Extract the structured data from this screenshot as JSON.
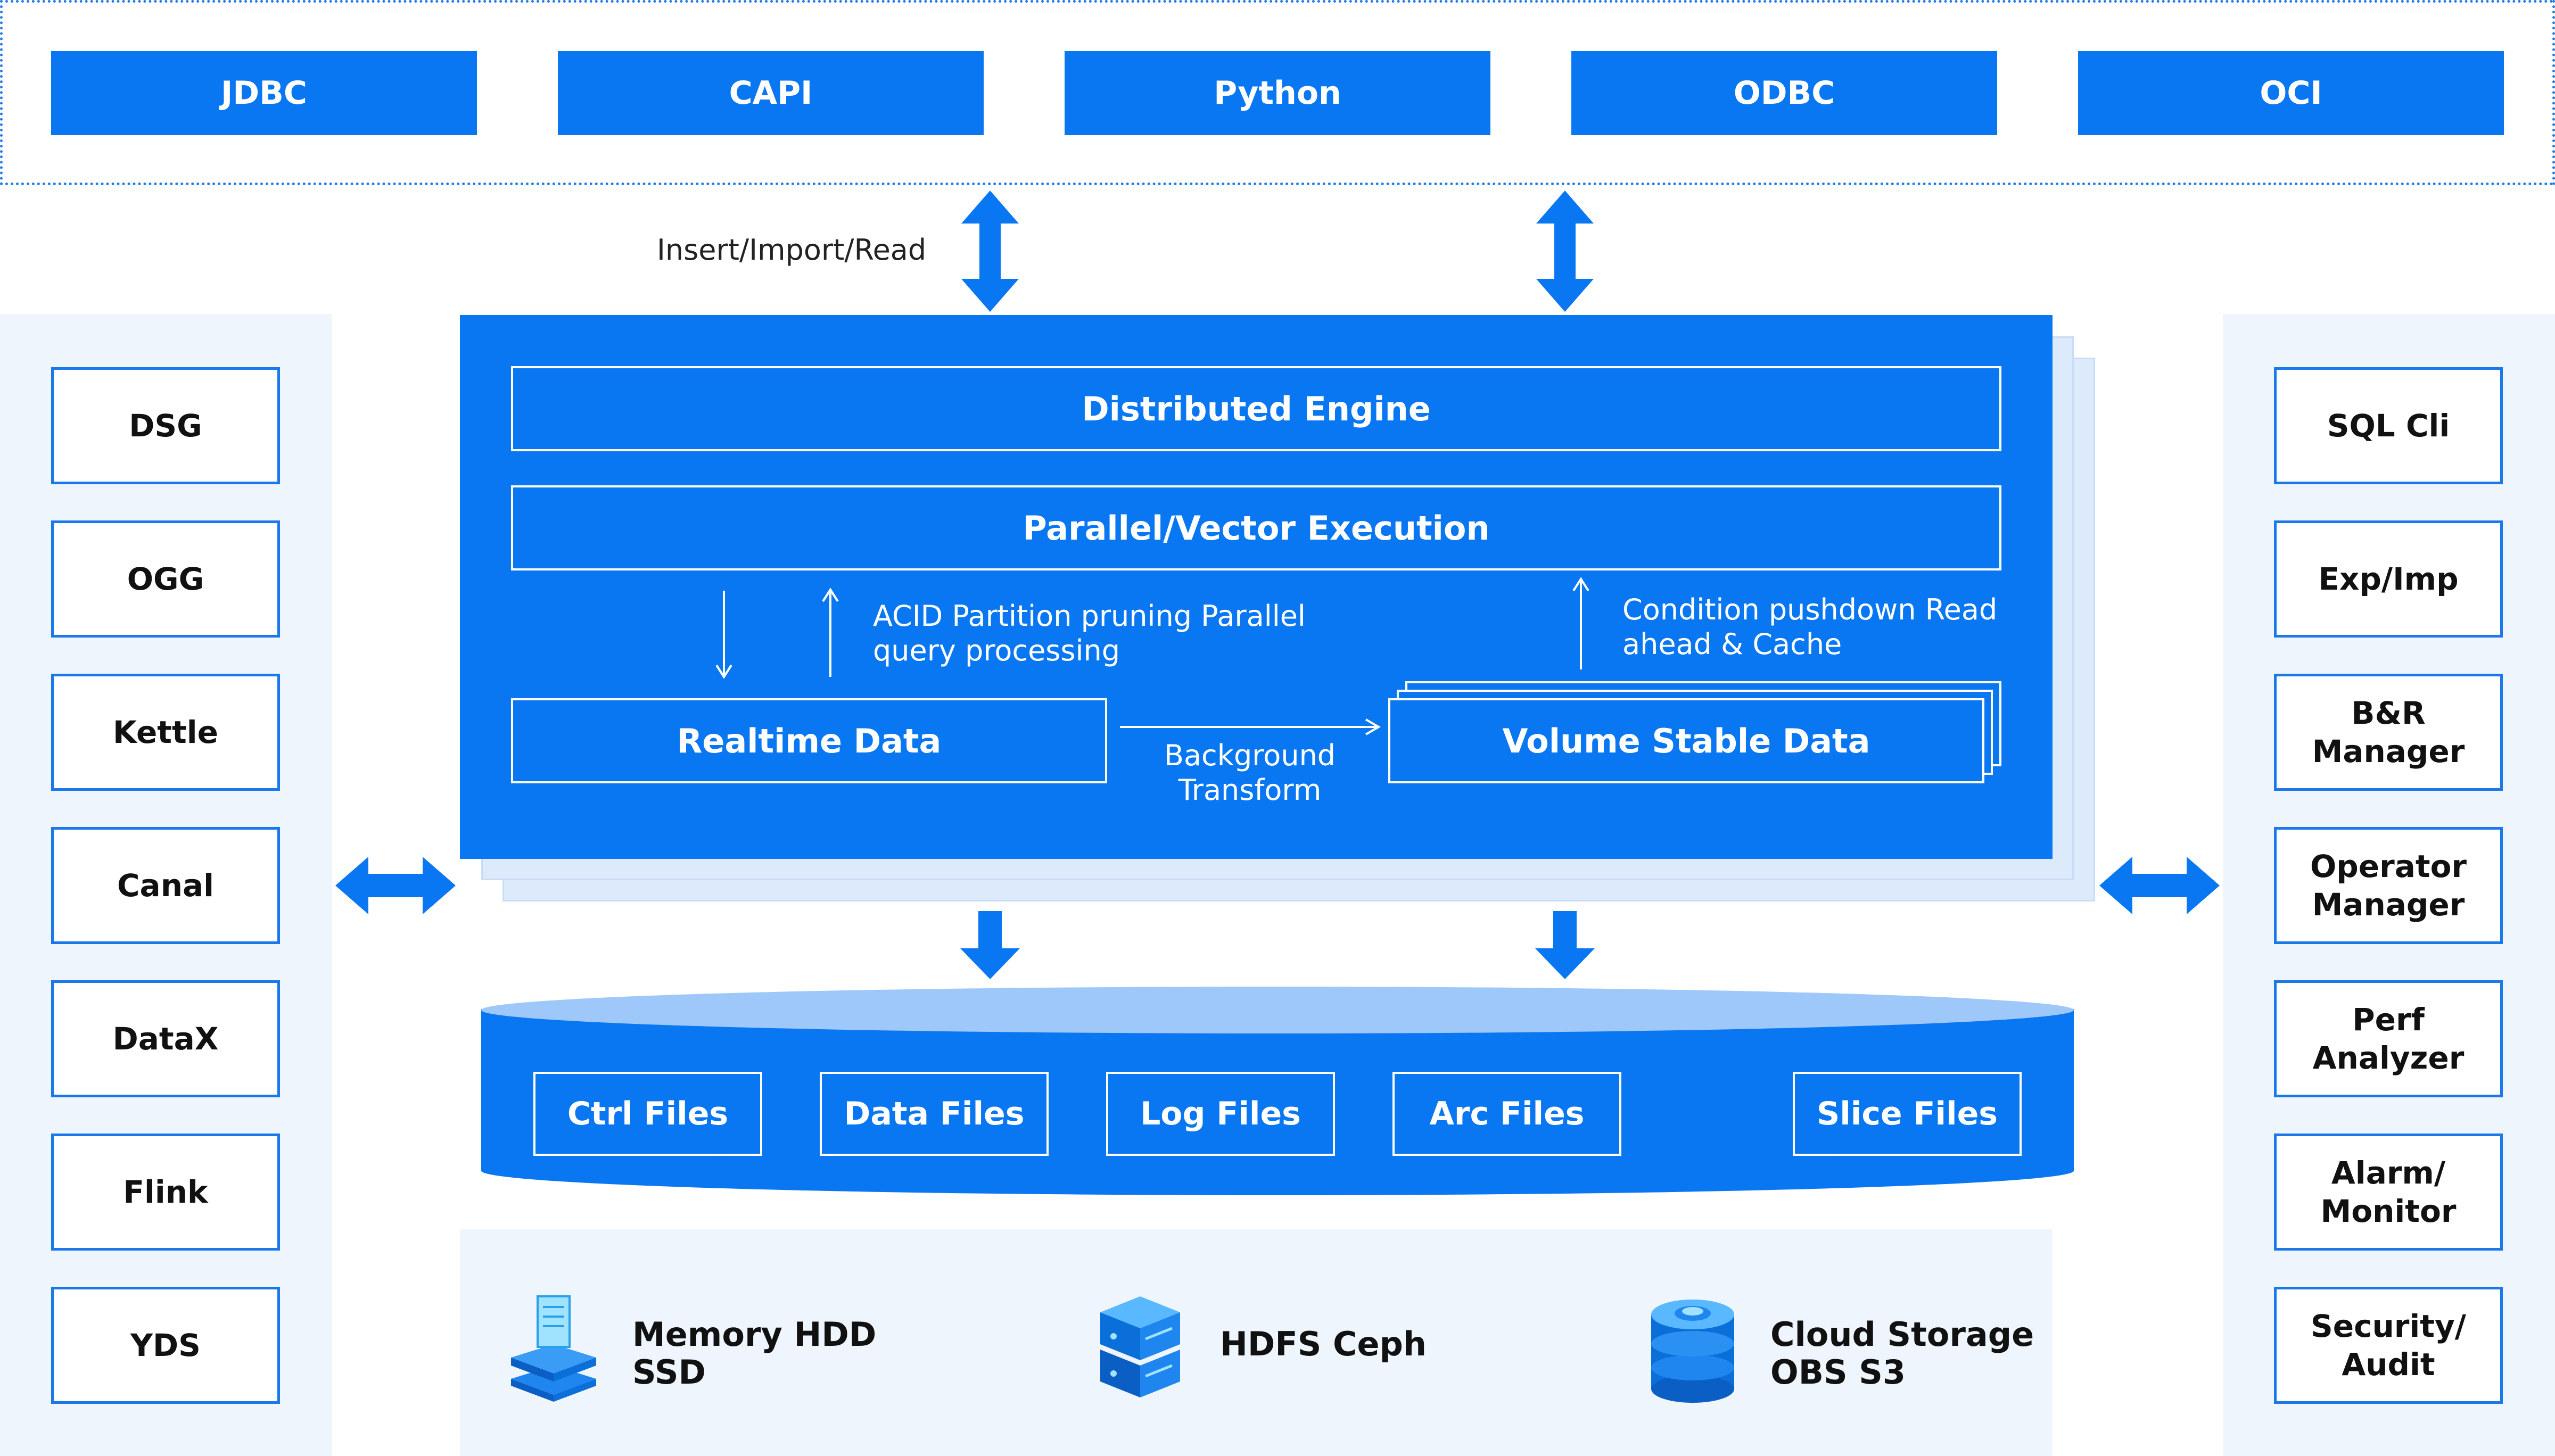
{
  "client_apis": [
    "JDBC",
    "CAPI",
    "Python",
    "ODBC",
    "OCI"
  ],
  "interface_label": "Insert/Import/Read",
  "left_tools": [
    "DSG",
    "OGG",
    "Kettle",
    "Canal",
    "DataX",
    "Flink",
    "YDS"
  ],
  "right_tools": [
    "SQL Cli",
    "Exp/Imp",
    "B&R\nManager",
    "Operator\nManager",
    "Perf\nAnalyzer",
    "Alarm/\nMonitor",
    "Security/\nAudit"
  ],
  "engine": {
    "distributed": "Distributed Engine",
    "execution": "Parallel/Vector Execution",
    "acid_note": "ACID Partition pruning Parallel\nquery processing",
    "condition_note": "Condition pushdown Read\nahead & Cache",
    "realtime": "Realtime Data",
    "transform": "Background\nTransform",
    "volume": "Volume Stable Data"
  },
  "files": [
    "Ctrl Files",
    "Data Files",
    "Log Files",
    "Arc Files",
    "Slice Files"
  ],
  "media": [
    "Memory HDD\nSSD",
    "HDFS Ceph",
    "Cloud Storage\nOBS S3"
  ],
  "icons": [
    "double-arrow-icon",
    "down-arrow-icon",
    "memory-stack-icon",
    "server-icon",
    "cloud-disk-icon"
  ],
  "colors": {
    "primary": "#0a77f2",
    "light_panel": "#eef5fd",
    "cylinder_top": "#9fc8fa"
  }
}
